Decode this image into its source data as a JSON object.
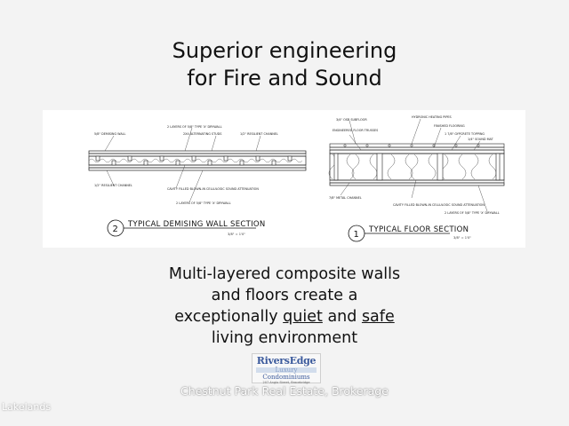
{
  "title": {
    "line1": "Superior engineering",
    "line2": "for Fire and Sound"
  },
  "drawing": {
    "wall_section": {
      "number": "2",
      "label": "TYPICAL DEMISING WALL SECTION",
      "scale": "3/8\" = 1'0\"",
      "notes": {
        "demising_wall": "5/8\" DEMISING WALL",
        "drywall_layers_top": "2 LAYERS OF 5/8\" TYPE 'X' DRYWALL",
        "studs": "2X4 ALTERNATING STUDS",
        "resilient_top": "1/2\" RESILIENT CHANNEL",
        "resilient_bottom": "1/2\" RESILIENT CHANNEL",
        "cavity": "CAVITY FILLED BLOWN-IN CELLULOSIC SOUND ATTENUATION",
        "drywall_layers_bottom": "2 LAYERS OF 5/8\" TYPE 'X' DRYWALL"
      }
    },
    "floor_section": {
      "number": "1",
      "label": "TYPICAL FLOOR SECTION",
      "scale": "3/8\" = 1'0\"",
      "notes": {
        "subfloor": "3/4\" OSB SUBFLOOR",
        "heating_pipes": "HYDRONIC HEATING PIPES",
        "trusses": "ENGINEERED FLOOR TRUSSES",
        "finished_flooring": "FINISHED FLOORING",
        "topping": "1 7/8\" GYPCRETE TOPPING",
        "sound_mat": "1/4\" SOUND MAT",
        "metal_channel": "7/8\" METAL CHANNEL",
        "cavity": "CAVITY FILLED BLOWN-IN CELLULOSIC SOUND ATTENUATION",
        "drywall": "2 LAYERS OF 5/8\" TYPE 'X' DRYWALL"
      }
    }
  },
  "body": {
    "line1": "Multi-layered composite walls",
    "line2": "and floors create a",
    "line3_pre": "exceptionally ",
    "quiet": "quiet",
    "line3_mid": " and ",
    "safe": "safe",
    "line4": "living environment"
  },
  "logo": {
    "line1": "RiversEdge",
    "line2": "Luxury Condominiums",
    "line3": "207 Anglo Street, Bracebridge"
  },
  "watermark": "Chestnut Park Real Estate, Brokerage",
  "brand": "Lakelands"
}
